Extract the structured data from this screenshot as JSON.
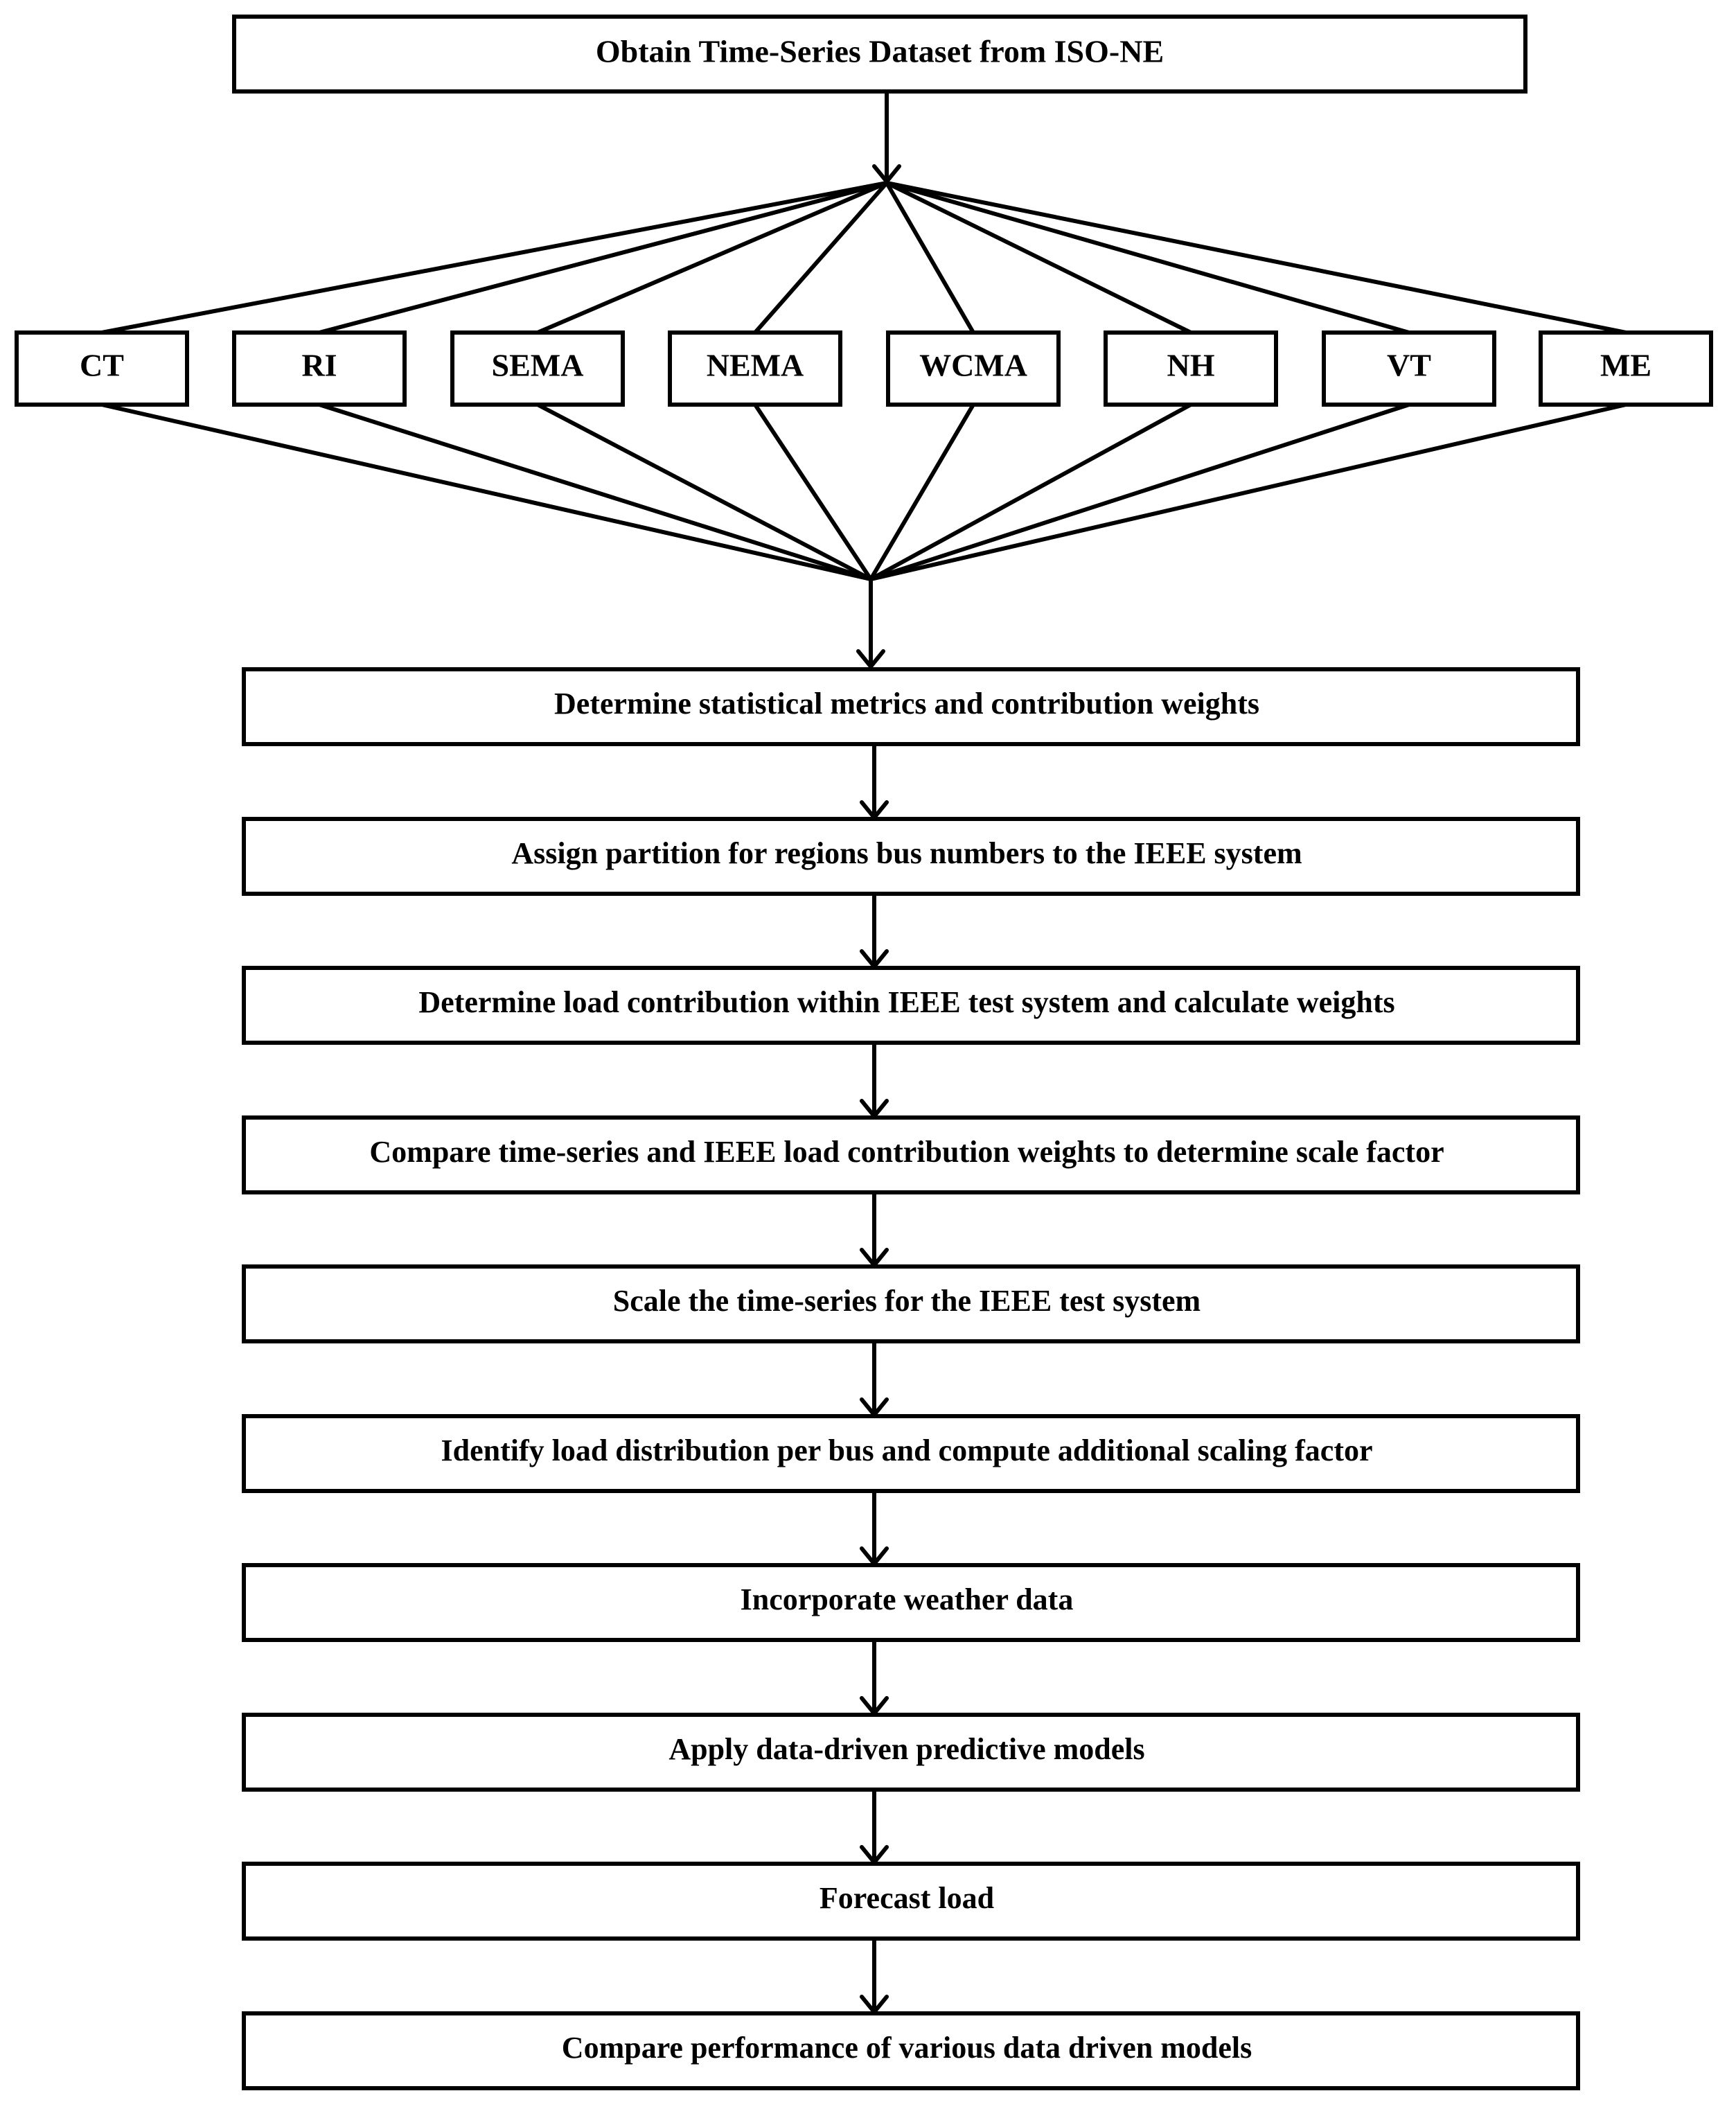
{
  "top_step": {
    "label": "Obtain Time-Series Dataset from ISO-NE"
  },
  "regions": [
    {
      "label": "CT"
    },
    {
      "label": "RI"
    },
    {
      "label": "SEMA"
    },
    {
      "label": "NEMA"
    },
    {
      "label": "WCMA"
    },
    {
      "label": "NH"
    },
    {
      "label": "VT"
    },
    {
      "label": "ME"
    }
  ],
  "steps": [
    {
      "label": "Determine statistical metrics and contribution weights"
    },
    {
      "label": "Assign partition for regions bus numbers to the IEEE system"
    },
    {
      "label": "Determine load contribution within IEEE test system and calculate weights"
    },
    {
      "label": "Compare time-series and IEEE load contribution weights to determine scale factor"
    },
    {
      "label": "Scale the time-series for the IEEE test system"
    },
    {
      "label": "Identify load distribution per bus and compute additional scaling factor"
    },
    {
      "label": "Incorporate weather data"
    },
    {
      "label": "Apply data-driven predictive models"
    },
    {
      "label": "Forecast load"
    },
    {
      "label": "Compare performance of various data driven models"
    }
  ]
}
